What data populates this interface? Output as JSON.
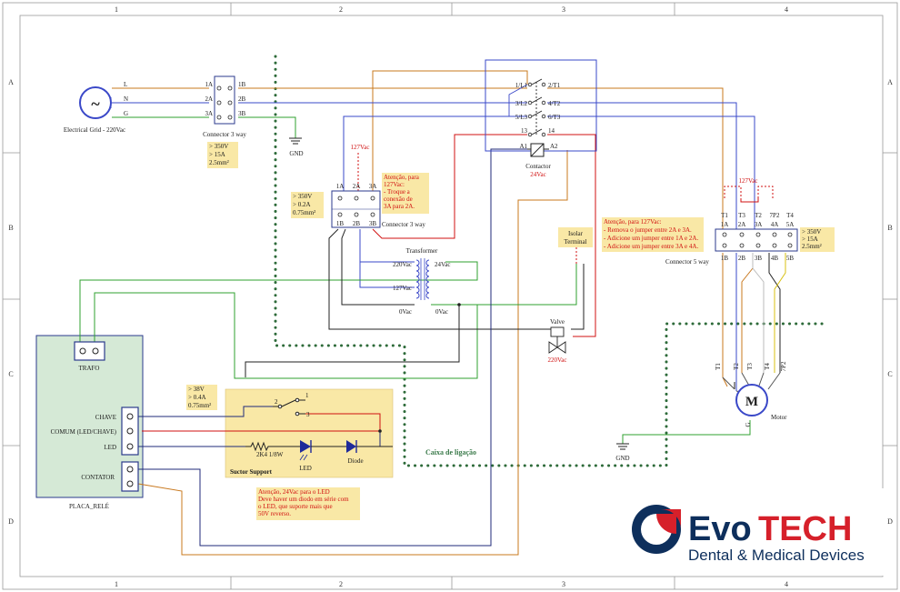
{
  "grid": {
    "cols": [
      "1",
      "2",
      "3",
      "4"
    ],
    "rows": [
      "A",
      "B",
      "C",
      "D"
    ]
  },
  "colors": {
    "line_L": "#c8781e",
    "line_N": "#3a48c8",
    "line_G": "#2fa12f",
    "black": "#222222",
    "red": "#d01010",
    "yellow": "#d8c010",
    "dots": "#2e6b3a",
    "note_fill": "#f9e8a6",
    "relay_fill": "#d5e9d6",
    "logo_red": "#d6202a",
    "logo_navy": "#0e2f5c"
  },
  "grid_source": {
    "symbol": "~",
    "label": "Electrical Grid - 220Vac",
    "lines": [
      "L",
      "N",
      "G"
    ]
  },
  "connector_3way_top": {
    "label": "Connector 3 way",
    "left_pins": [
      "1A",
      "2A",
      "3A"
    ],
    "right_pins": [
      "1B",
      "2B",
      "3B"
    ],
    "note": [
      "> 350V",
      "> 15A",
      "2.5mm²"
    ]
  },
  "gnd_top": "GND",
  "gnd_bottom": "GND",
  "contactor": {
    "pins_left": [
      "1/L1",
      "3/L2",
      "5/L3",
      "13",
      "A1"
    ],
    "pins_right": [
      "2/T1",
      "4/T2",
      "6/T3",
      "14",
      "A2"
    ],
    "label": "Contactor",
    "voltage": "24Vac"
  },
  "connector_3way_mid": {
    "label": "Connector 3 way",
    "top_pins": [
      "1A",
      "2A",
      "3A"
    ],
    "bottom_pins": [
      "1B",
      "2B",
      "3B"
    ],
    "jumper_label": "127Vac",
    "note": [
      "> 350V",
      "> 0.2A",
      "0.75mm²"
    ],
    "warning": [
      "Atenção, para",
      "127Vac:",
      " - Troque a",
      "conexão de",
      "3A para 2A."
    ]
  },
  "transformer": {
    "label": "Transformer",
    "primary": [
      "220Vac",
      "127Vac",
      "0Vac"
    ],
    "secondary": [
      "24Vac",
      "0Vac"
    ]
  },
  "isolar_terminal": [
    "Isolar",
    "Terminal"
  ],
  "valve": {
    "label": "Valve",
    "voltage": "220Vac"
  },
  "connector_5way": {
    "label": "Connector 5 way",
    "top_labels": [
      "T1",
      "T3",
      "T2",
      "7P2",
      "T4"
    ],
    "top_pins": [
      "1A",
      "2A",
      "3A",
      "4A",
      "5A"
    ],
    "bottom_pins": [
      "1B",
      "2B",
      "3B",
      "4B",
      "5B"
    ],
    "jumper_label": "127Vac",
    "note": [
      "> 350V",
      "> 15A",
      "2.5mm²"
    ],
    "warning": [
      "Atenção, para 127Vac:",
      "- Remova o jumper entre 2A e 3A.",
      "- Adicione um jumper entre 1A e 2A.",
      "- Adicione um jumper entre 3A e 4A."
    ]
  },
  "motor": {
    "symbol": "M",
    "label": "Motor",
    "leads": [
      "T1",
      "T2",
      "T3",
      "T4",
      "7P2"
    ],
    "ground": "G"
  },
  "relay_board": {
    "label": "PLACA_RELÉ",
    "trafo": "TRAFO",
    "terminals": [
      "CHAVE",
      "COMUM (LED/CHAVE)",
      "LED",
      "CONTATOR"
    ]
  },
  "relay_note": [
    "> 38V",
    "> 0.4A",
    "0.75mm²"
  ],
  "suctor_support": {
    "label": "Suctor Support",
    "switch_pins": [
      "1",
      "2",
      "3"
    ],
    "resistor": "2K4 1/8W",
    "led": "LED",
    "diode": "Diode"
  },
  "led_warning": [
    "Atenção, 24Vac para o LED",
    "Deve haver um diodo em série com",
    "o LED, que suporte mais que",
    "50V reverso."
  ],
  "caixa_label": "Caixa de ligação",
  "logo": {
    "evo": "Evo",
    "tech": "TECH",
    "subtitle": "Dental & Medical Devices"
  }
}
